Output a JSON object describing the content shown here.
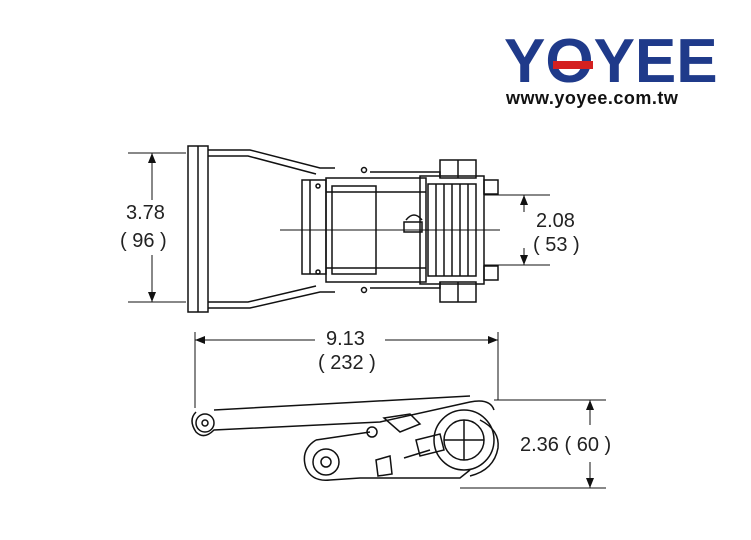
{
  "brand": {
    "name": "YOYEE",
    "url": "www.yoyee.com.tw",
    "color_primary": "#1f3a8a",
    "color_accent": "#d42020"
  },
  "dimensions": {
    "height_in": "3.78",
    "height_mm": "( 96 )",
    "inner_in": "2.08",
    "inner_mm": "( 53 )",
    "length_in": "9.13",
    "length_mm": "( 232 )",
    "side_height": "2.36  ( 60 )"
  }
}
